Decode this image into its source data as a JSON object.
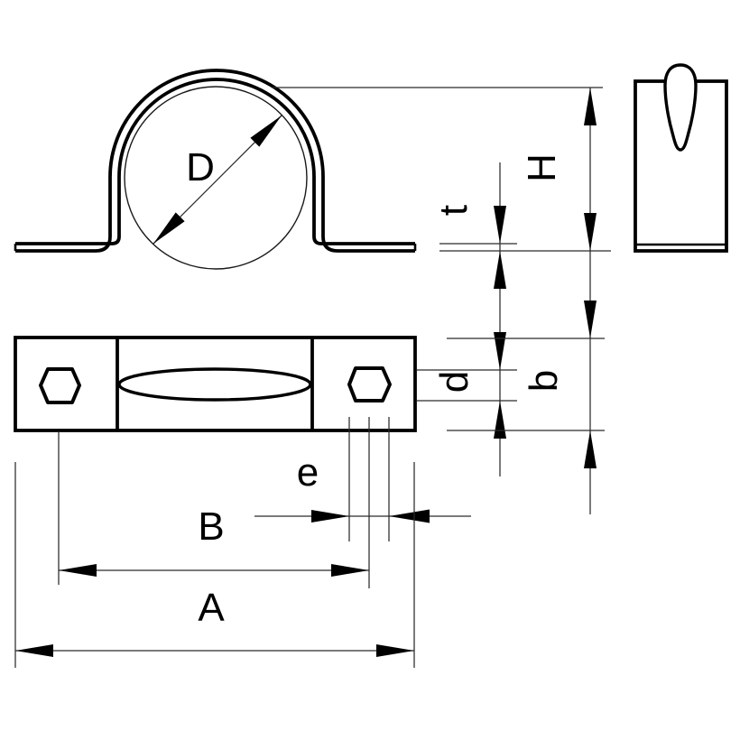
{
  "drawing": {
    "kind": "technical-drawing-pipe-clamp",
    "colors": {
      "line": "#000000",
      "background": "#ffffff",
      "thin_line": "#2b2b2b"
    },
    "labels": {
      "pipe_diameter": "D",
      "height": "H",
      "material_thickness": "t",
      "hole_diameter": "d",
      "clamp_width": "b",
      "hole_length": "e",
      "hole_spacing": "B",
      "total_length": "A"
    }
  }
}
